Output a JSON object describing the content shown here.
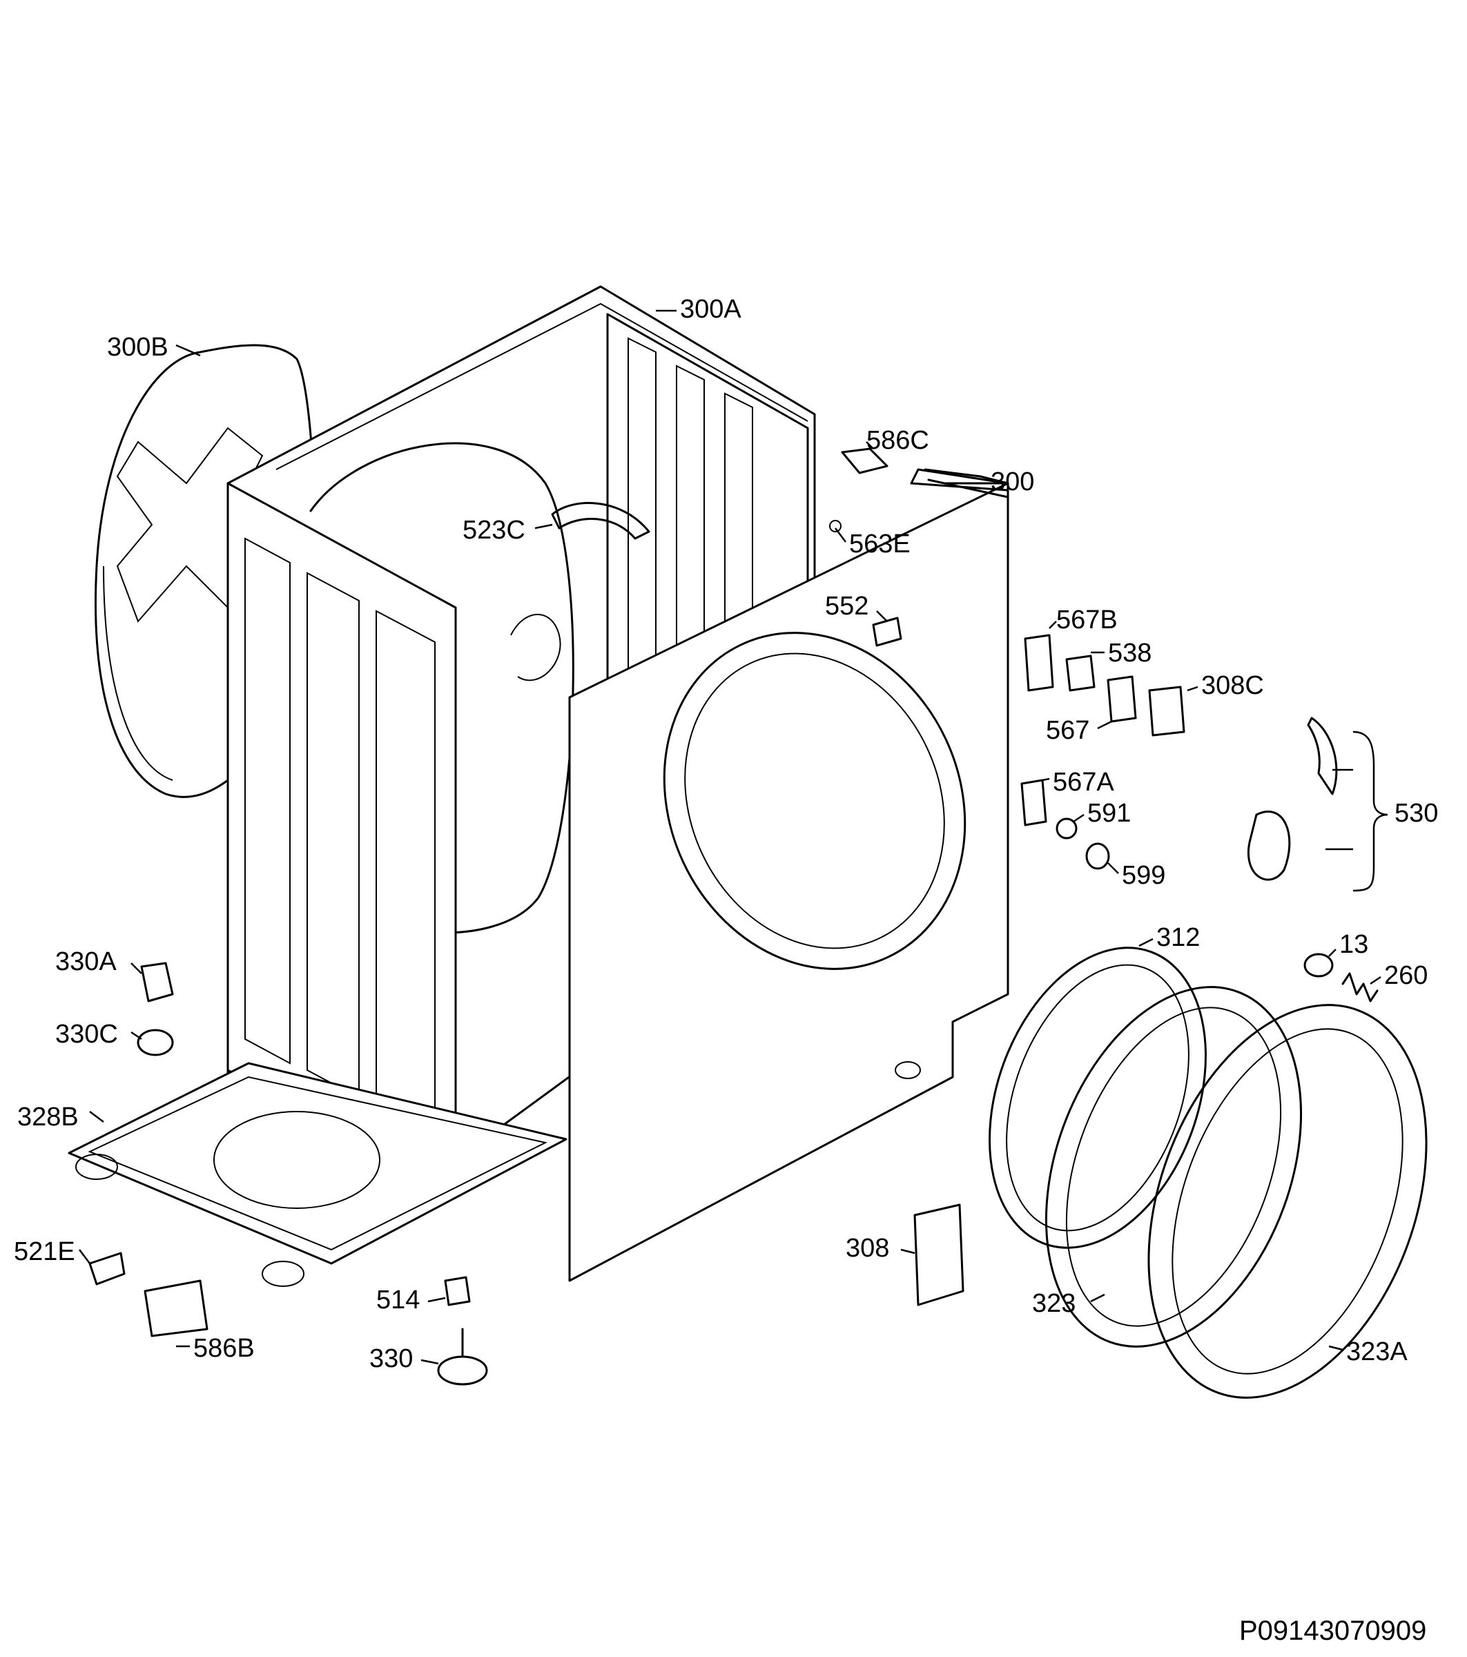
{
  "callouts": {
    "c300A": "300A",
    "c300B": "300B",
    "c586C": "586C",
    "c300": "300",
    "c523C": "523C",
    "c563E": "563E",
    "c552": "552",
    "c567B": "567B",
    "c538": "538",
    "c308C": "308C",
    "c567": "567",
    "c567A": "567A",
    "c591": "591",
    "c530": "530",
    "c599": "599",
    "c312": "312",
    "c13": "13",
    "c260": "260",
    "c330A": "330A",
    "c330C": "330C",
    "c328B": "328B",
    "c521E": "521E",
    "c586B": "586B",
    "c514": "514",
    "c330": "330",
    "c308": "308",
    "c323": "323",
    "c323A": "323A"
  },
  "document_id": "P09143070909"
}
